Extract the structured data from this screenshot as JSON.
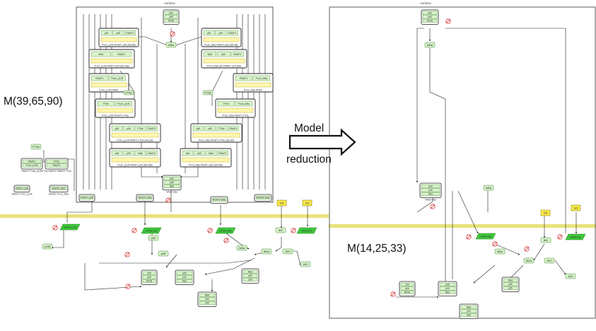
{
  "diagram": {
    "full_model": {
      "compartment_label": "nucleus",
      "size_label": "M(39,65,90)",
      "hub_complex": [
        "p50",
        "p65",
        "NFkB"
      ],
      "ikba_node": "IkBa",
      "promoter_complexes": [
        {
          "lines": [
            "p50",
            "p65",
            "RNAP1"
          ],
          "caption": "Prom_p105 RNAP1 p50 p65 kBs"
        },
        {
          "lines": [
            "p50",
            "p65",
            "RNAP1"
          ],
          "caption": "Prom_IkBa RNAP1 p50 p65 kBs"
        },
        {
          "lines": [
            "IkBa",
            "RNAP1"
          ],
          "caption": "Prom_p105 RNAP1 p50 p65 IkBa"
        },
        {
          "lines": [
            "IkBa",
            "p50",
            "RNAP1"
          ],
          "caption": "Prom_IkBa p50 RNAP1 p50 IkBa"
        },
        {
          "lines": [
            "RNAP1",
            "Prom_p105"
          ],
          "caption": "Prom_p105 RNAP"
        },
        {
          "lines": [
            "RNAP1",
            "Prom_IkBa"
          ],
          "caption": "Prom_IkBa RNAP"
        },
        {
          "lines": [
            "FTNe",
            "Prom_p105"
          ],
          "caption": "Prom_p105 RNAP1 FTNe"
        },
        {
          "lines": [
            "FTNe",
            "Prom_IkBa"
          ],
          "caption": "Prom_IkBa RNAP1 FTNe"
        },
        {
          "lines": [
            "p50",
            "p65",
            "FTNe",
            "RNAP1"
          ],
          "caption": "Prom_p105 RNAP1 FTNe p50 p65"
        },
        {
          "lines": [
            "p50",
            "p65",
            "FTNe",
            "RNAP1"
          ],
          "caption": "Prom_IkBa RNAP1 FTNe p50 p65"
        },
        {
          "lines": [
            "p50",
            "p65",
            "IkBa",
            "RNAP1"
          ],
          "caption": "Prom_p105 RNAP1 p50 p65 IkBa"
        },
        {
          "lines": [
            "p50",
            "p65",
            "IkBa",
            "RNAP1"
          ],
          "caption": "Prom_IkBa RNAP1 p50 p65 IkBa"
        }
      ],
      "nfkb_ikba_complex": [
        "p50",
        "p65",
        "IkBa",
        "NFkB IkBa"
      ],
      "left_cluster": {
        "top": "FTNe",
        "boxes": [
          "RNAP1",
          "Prom_p105",
          "RNAP1 Prom_p105",
          "FTNe RNAP1 RNAP2 FTNe"
        ],
        "bottom": [
          "RNAP1 p65",
          "RNAP1 IkBa"
        ],
        "bottom_captions": [
          "RNAP1 Prom_p105",
          "RNAP1 Prom_IkBa"
        ]
      },
      "membrane_row": [
        "RNAP1 p65",
        "RNAP1 IkBa",
        "RNAP2 IkBa",
        "RNAP2 IkBa"
      ],
      "yellow_inputs": [
        "TNF",
        "A20"
      ],
      "cytoplasm": {
        "mrna": [
          "mRNA p105",
          "mRNA IkBa",
          "mRNA A20"
        ],
        "species": [
          "p105",
          "p50",
          "p65",
          "IKK",
          "IKKa",
          "IKKi",
          "A20"
        ],
        "complexes": [
          [
            "p50",
            "p65",
            "NFkB"
          ],
          [
            "p65",
            "p50",
            "IkBa"
          ],
          [
            "IkBa",
            "p50",
            "p65"
          ]
        ]
      }
    },
    "arrow": {
      "line1": "Model",
      "line2": "reduction"
    },
    "reduced_model": {
      "compartment_label": "nucleus",
      "size_label": "M(14,25,33)",
      "hub_complex": [
        "p50",
        "p65",
        "NFkB"
      ],
      "ikba_node": "IkBa",
      "nfkb_ikba_complex": [
        "p50",
        "p65",
        "IkBa",
        "NFkB IkBa"
      ],
      "yellow_inputs": [
        "TNF",
        "A20"
      ],
      "mrna": [
        "mRNA IkBa",
        "mRNA A20"
      ],
      "species": [
        "IkBa",
        "IKK",
        "IKKa",
        "IKKi",
        "A20"
      ],
      "complexes": [
        [
          "p50",
          "p65",
          "NFkB"
        ],
        [
          "p65",
          "p50",
          "IkBa"
        ],
        [
          "IkBa",
          "p50",
          "p65"
        ],
        [
          "IkBa",
          "p50",
          "p65"
        ]
      ]
    },
    "colors": {
      "node_fill": "#d8f3c9",
      "node_stroke": "#4a8a3a",
      "promoter_fill": "#fff7b0",
      "input_fill": "#f7e84a",
      "mrna_fill": "#3ec93a",
      "degradation": "#d23030",
      "membrane": "#e8e27a",
      "line": "#222222"
    }
  }
}
